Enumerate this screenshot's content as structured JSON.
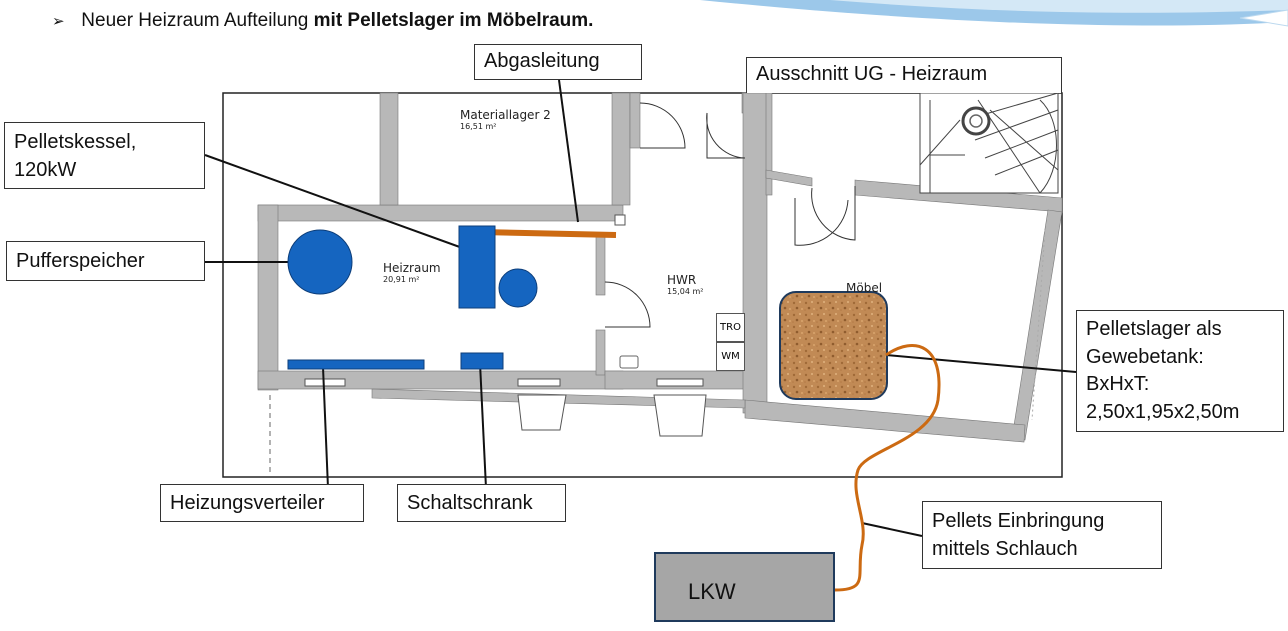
{
  "heading": {
    "bullet": "➢",
    "text_normal": "Neuer Heizraum Aufteilung",
    "text_bold": "mit Pelletslager im Möbelraum."
  },
  "callouts": {
    "abgasleitung": "Abgasleitung",
    "ausschnitt": "Ausschnitt UG - Heizraum",
    "pelletskessel_line1": "Pelletskessel,",
    "pelletskessel_line2": "120kW",
    "pufferspeicher": "Pufferspeicher",
    "pelletslager_line1": "Pelletslager als",
    "pelletslager_line2": "Gewebetank:",
    "pelletslager_line3": "BxHxT:",
    "pelletslager_line4": "2,50x1,95x2,50m",
    "heizungsverteiler": "Heizungsverteiler",
    "schaltschrank": "Schaltschrank",
    "einbringung_line1": "Pellets Einbringung",
    "einbringung_line2": "mittels Schlauch",
    "lkw": "LKW"
  },
  "rooms": {
    "materiallager": {
      "name": "Materiallager 2",
      "area": "16,51 m²"
    },
    "heizraum": {
      "name": "Heizraum",
      "area": "20,91 m²"
    },
    "hwr": {
      "name": "HWR",
      "area": "15,04 m²"
    },
    "moebel": {
      "name": "Möbel"
    }
  },
  "appliances": {
    "tro": "TRO",
    "wm": "WM"
  },
  "colors": {
    "equipment_blue": "#1565c0",
    "pipe_orange": "#cc6a12",
    "wall_gray": "#b8b8b8",
    "banner_blue": "#9cc8ea"
  }
}
